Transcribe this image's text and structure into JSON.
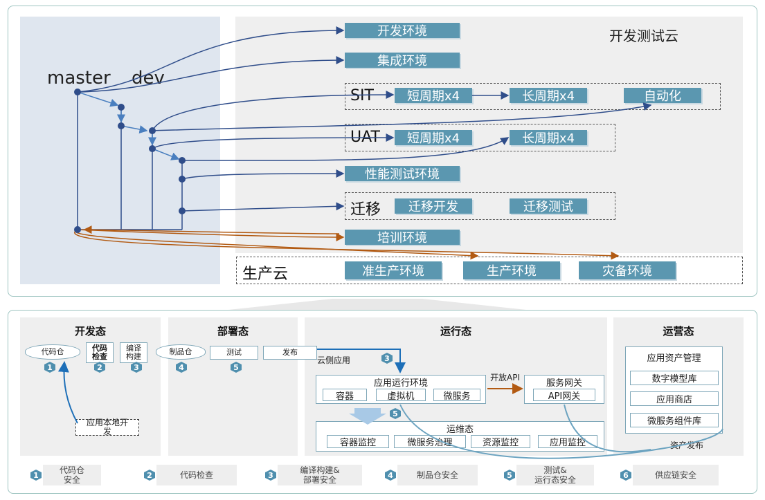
{
  "top": {
    "branches": {
      "master": "master",
      "dev": "dev"
    },
    "dev_test_cloud": "开发测试云",
    "prod_cloud": "生产云",
    "envs": {
      "dev": "开发环境",
      "integration": "集成环境",
      "perf": "性能测试环境",
      "training": "培训环境",
      "pre_prod": "准生产环境",
      "prod": "生产环境",
      "dr": "灾备环境"
    },
    "sit": {
      "label": "SIT",
      "short": "短周期x4",
      "long": "长周期x4",
      "auto": "自动化"
    },
    "uat": {
      "label": "UAT",
      "short": "短周期x4",
      "long": "长周期x4"
    },
    "migration": {
      "label": "迁移",
      "dev": "迁移开发",
      "test": "迁移测试"
    }
  },
  "bottom": {
    "dev_state": {
      "title": "开发态",
      "repo": "代码仓",
      "check": "代码\n检查",
      "build": "编译\n构建",
      "local_dev": "应用本地开\n发"
    },
    "deploy_state": {
      "title": "部署态",
      "artifact": "制品仓",
      "test": "测试",
      "release": "发布"
    },
    "run_state": {
      "title": "运行态",
      "cloud_app": "云侧应用",
      "open_api": "开放API",
      "runtime_env": "应用运行环境",
      "runtime_items": [
        "容器",
        "虚拟机",
        "微服务"
      ],
      "gateway": "服务网关",
      "api_gateway": "API网关",
      "ops_state": "运维态",
      "ops_items": [
        "容器监控",
        "微服务治理",
        "资源监控",
        "应用监控"
      ]
    },
    "ops_state": {
      "title": "运营态",
      "asset_mgmt": "应用资产管理",
      "items": [
        "数字模型库",
        "应用商店",
        "微服务组件库"
      ],
      "asset_release": "资产发布"
    },
    "badges": [
      "1",
      "2",
      "3",
      "4",
      "5",
      "6"
    ]
  },
  "legend": [
    {
      "num": "1",
      "text": "代码仓\n安全"
    },
    {
      "num": "2",
      "text": "代码检查"
    },
    {
      "num": "3",
      "text": "编译构建&\n部署安全"
    },
    {
      "num": "4",
      "text": "制品仓安全"
    },
    {
      "num": "5",
      "text": "测试&\n运行态安全"
    },
    {
      "num": "6",
      "text": "供应链安全"
    }
  ],
  "colors": {
    "chip": "#5b97b0",
    "arrow_blue": "#2f4d8a",
    "arrow_orange": "#b25a12",
    "flow_blue": "#1d6fb8",
    "panel_border": "#9cc4c0"
  }
}
